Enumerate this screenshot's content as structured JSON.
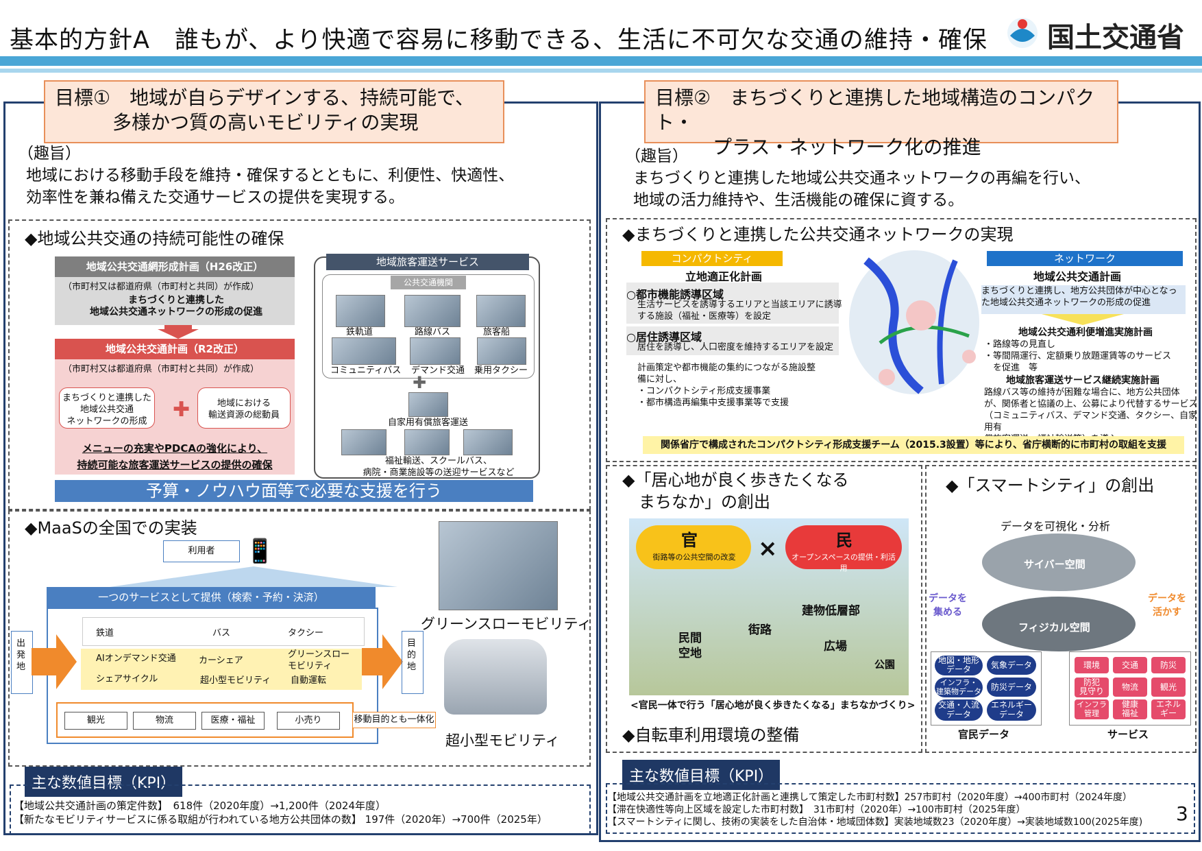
{
  "header": {
    "title": "基本的方針A　誰もが、より快適で容易に移動できる、生活に不可欠な交通の維持・確保",
    "ministry": "国土交通省",
    "page_number": "3"
  },
  "left": {
    "goal": "目標①　地域が自らデザインする、持続可能で、\n　　　多様かつ質の高いモビリティの実現",
    "shushi_label": "（趣旨）",
    "shushi": "地域における移動手段を維持・確保するとともに、利便性、快適性、\n効率性を兼ね備えた交通サービスの提供を実現する。",
    "sec1": {
      "heading": "◆地域公共交通の持続可能性の確保",
      "plan_old": "地域公共交通網形成計画（H26改正）",
      "plan_old_sub": "（市町村又は都道府県（市町村と共同）が作成）",
      "plan_old_desc": "まちづくりと連携した\n地域公共交通ネットワークの形成の促進",
      "plan_new": "地域公共交通計画（R2改正）",
      "plan_new_sub": "（市町村又は都道府県（市町村と共同）が作成）",
      "box_a": "まちづくりと連携した\n地域公共交通\nネットワークの形成",
      "box_b": "地域における\n輸送資源の総動員",
      "conclusion": "メニューの充実やPDCAの強化により、\n持続可能な旅客運送サービスの提供の確保",
      "service_title": "地域旅客運送サービス",
      "public_title": "公共交通機関",
      "modes": [
        "鉄軌道",
        "路線バス",
        "旅客船",
        "コミュニティバス",
        "デマンド交通",
        "乗用タクシー"
      ],
      "private": "自家用有償旅客運送",
      "others": "福祉輸送、スクールバス、\n病院・商業施設等の送迎サービスなど",
      "support": "予算・ノウハウ面等で必要な支援を行う"
    },
    "sec2": {
      "heading": "◆MaaSの全国での実装",
      "user": "利用者",
      "provide": "一つのサービスとして提供（検索・予約・決済）",
      "origin": "出\n発\n地",
      "dest": "目\n的\n地",
      "modes1": [
        "鉄道",
        "バス",
        "タクシー"
      ],
      "modes2": [
        "AIオンデマンド交通",
        "カーシェア",
        "グリーンスロー\nモビリティ"
      ],
      "modes3": [
        "シェアサイクル",
        "超小型モビリティ",
        "自動運転"
      ],
      "purposes": [
        "観光",
        "物流",
        "医療・福祉",
        "小売り"
      ],
      "purpose_note": "移動目的とも一体化",
      "photo1_caption": "グリーンスローモビリティ",
      "photo2_caption": "超小型モビリティ"
    },
    "kpi_title": "主な数値目標（KPI）",
    "kpi": [
      "【地域公共交通計画の策定件数】　618件（2020年度）→1,200件（2024年度）",
      "【新たなモビリティサービスに係る取組が行われている地方公共団体の数】 197件（2020年）→700件（2025年）"
    ]
  },
  "right": {
    "goal": "目標②　まちづくりと連携した地域構造のコンパクト・\n　　　プラス・ネットワーク化の推進",
    "shushi_label": "（趣旨）",
    "shushi": "まちづくりと連携した地域公共交通ネットワークの再編を行い、\n地域の活力維持や、生活機能の確保に資する。",
    "sec1": {
      "heading": "◆まちづくりと連携した公共交通ネットワークの実現",
      "compact": "コンパクトシティ",
      "compact_plan": "立地適正化計画",
      "zone1": "○都市機能誘導区域",
      "zone1_desc": "生活サービスを誘導するエリアと当該エリアに誘導\nする施設（福祉・医療等）を設定",
      "zone2": "○居住誘導区域",
      "zone2_desc": "居住を誘導し、人口密度を維持するエリアを設定",
      "support_desc": "計画策定や都市機能の集約につながる施設整\n備に対し、\n・コンパクトシティ形成支援事業\n・都市構造再編集中支援事業等で支援",
      "network": "ネットワーク",
      "network_plan": "地域公共交通計画",
      "network_desc": "まちづくりと連携し、地方公共団体が中心となっ\nた地域公共交通ネットワークの形成の促進",
      "plan2": "地域公共交通利便増進実施計画",
      "plan2_desc": "・路線等の見直し\n・等間隔運行、定額乗り放題運賃等のサービス\n　を促進　等",
      "plan3": "地域旅客運送サービス継続実施計画",
      "plan3_desc": "路線バス等の維持が困難な場合に、地方公共団体\nが、関係者と協議の上、公募により代替するサービス\n（コミュニティバス、デマンド交通、タクシー、自家用有\n償旅客運送、福祉輸送等）を導入",
      "team": "関係省庁で構成されたコンパクトシティ形成支援チーム（2015.3設置）等により、省庁横断的に市町村の取組を支援"
    },
    "sec2": {
      "heading": "◆「居心地が良く歩きたくなる\n　まちなか」の創出",
      "kan": "官",
      "kan_desc": "街路等の公共空間の改変",
      "min": "民",
      "min_desc": "オープンスペースの提供・利活用",
      "cross": "×",
      "labels": [
        "建物低層部",
        "街路",
        "民間\n空地",
        "広場",
        "公園"
      ],
      "caption": "<官民一体で行う「居心地が良く歩きたくなる」まちなかづくり>",
      "bike": "◆自転車利用環境の整備"
    },
    "sec3": {
      "heading": "◆「スマートシティ」の創出",
      "visualize": "データを可視化・分析",
      "cyber": "サイバー空間",
      "physical": "フィジカル空間",
      "collect": "データを\n集める",
      "use": "データを\n活かす",
      "data": [
        "地図・地形\nデータ",
        "気象データ",
        "インフラ・\n建築物データ",
        "防災データ",
        "交通・人流\nデータ",
        "エネルギー\nデータ"
      ],
      "data_label": "官民データ",
      "services": [
        "環境",
        "交通",
        "防災",
        "防犯\n見守り",
        "物流",
        "観光",
        "インフラ\n管理",
        "健康\n福祉",
        "エネル\nギー"
      ],
      "service_label": "サービス"
    },
    "kpi_title": "主な数値目標（KPI）",
    "kpi": [
      "【地域公共交通計画を立地適正化計画と連携して策定した市町村数】257市町村（2020年度）→400市町村（2024年度）",
      "【滞在快適性等向上区域を設定した市町村数】　31市町村（2020年）→100市町村（2025年度）",
      "【スマートシティに関し、技術の実装をした自治体・地域団体数】実装地域数23（2020年度）→実装地域数100(2025年度)"
    ]
  }
}
